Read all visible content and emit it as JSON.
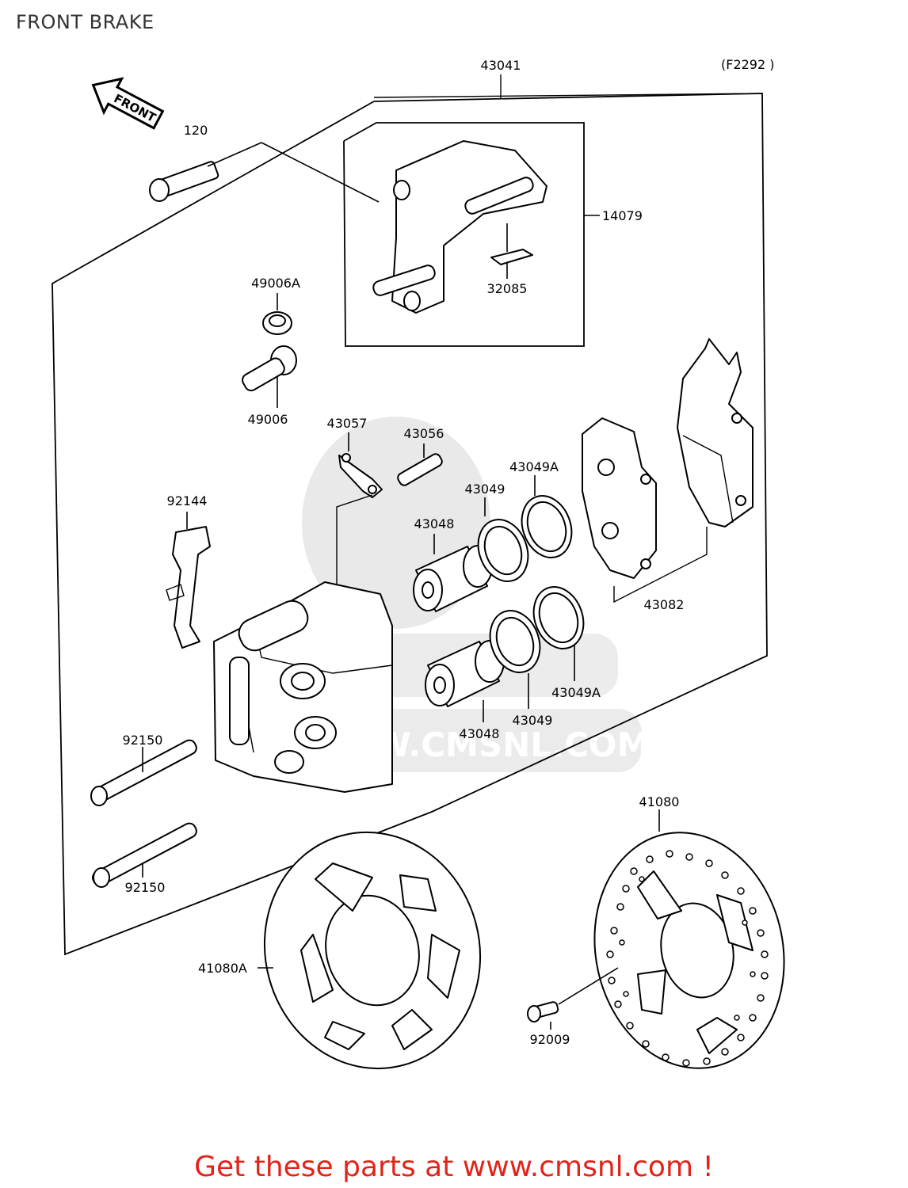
{
  "title": "FRONT BRAKE",
  "figure_code": "(F2292 )",
  "direction_label": "FRONT",
  "watermark": "WWW.CMSNL.COM",
  "footer_link": "Get these parts at www.cmsnl.com !",
  "parts": [
    {
      "id": "43041"
    },
    {
      "id": "120"
    },
    {
      "id": "14079"
    },
    {
      "id": "32085"
    },
    {
      "id": "49006A"
    },
    {
      "id": "49006"
    },
    {
      "id": "43057"
    },
    {
      "id": "43056"
    },
    {
      "id": "43049A"
    },
    {
      "id": "43049"
    },
    {
      "id": "43048"
    },
    {
      "id": "92144"
    },
    {
      "id": "43082"
    },
    {
      "id": "43049A"
    },
    {
      "id": "43049"
    },
    {
      "id": "43048"
    },
    {
      "id": "92150"
    },
    {
      "id": "92150"
    },
    {
      "id": "41080"
    },
    {
      "id": "41080A"
    },
    {
      "id": "92009"
    }
  ]
}
